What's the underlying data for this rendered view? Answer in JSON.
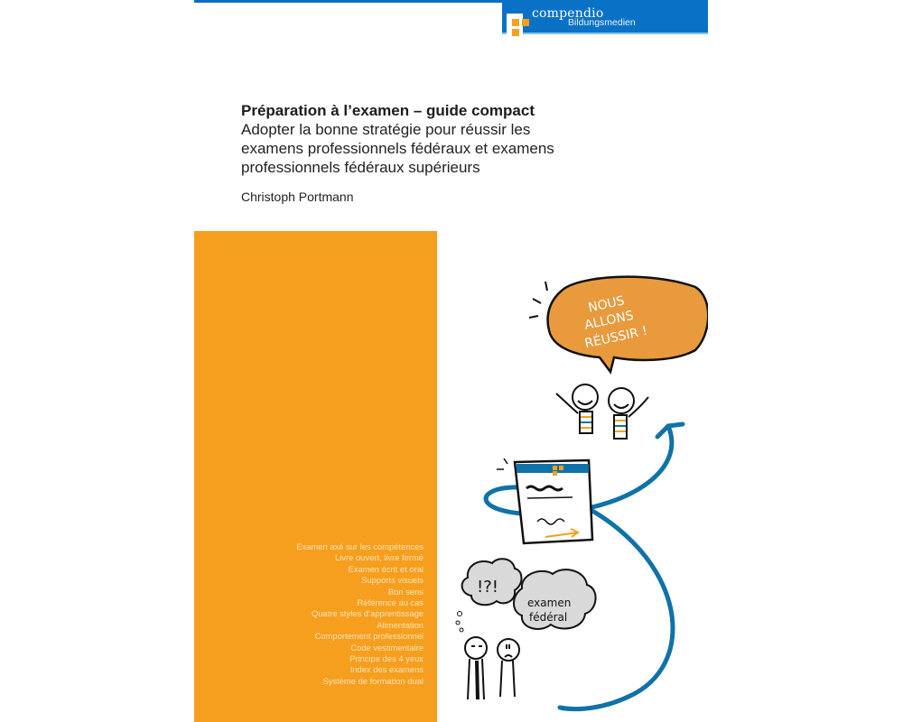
{
  "publisher": {
    "name": "compendio",
    "subtitle": "Bildungsmedien",
    "colors": {
      "bar": "#0a72c6",
      "accent": "#f4a11f"
    }
  },
  "book": {
    "title": "Préparation à l’examen – guide compact",
    "subtitle_lines": [
      "Adopter la bonne stratégie pour réussir les",
      "examens professionnels fédéraux et examens",
      "professionnels fédéraux supérieurs"
    ],
    "author": "Christoph Portmann"
  },
  "keywords": [
    "Examen axé sur les compétences",
    "Livre ouvert, livre fermé",
    "Examen écrit et oral",
    "Supports visuels",
    "Bon sens",
    "Référence au cas",
    "Quatre styles d’apprentissage",
    "Alimentation",
    "Comportement professionnel",
    "Code vestimentaire",
    "Principe des 4 yeux",
    "Index des examens",
    "Système de formation dual"
  ],
  "illustration": {
    "speech_bubble": [
      "NOUS",
      "ALLONS",
      "RÉUSSIR !"
    ],
    "thought_bubble_left": "!?!",
    "thought_bubble_right": [
      "examen",
      "fédéral"
    ],
    "colors": {
      "panel": "#f69f1e",
      "arrow": "#0f72a8",
      "bubble": "#e89a3c",
      "cloud": "#d9d9d9"
    }
  }
}
